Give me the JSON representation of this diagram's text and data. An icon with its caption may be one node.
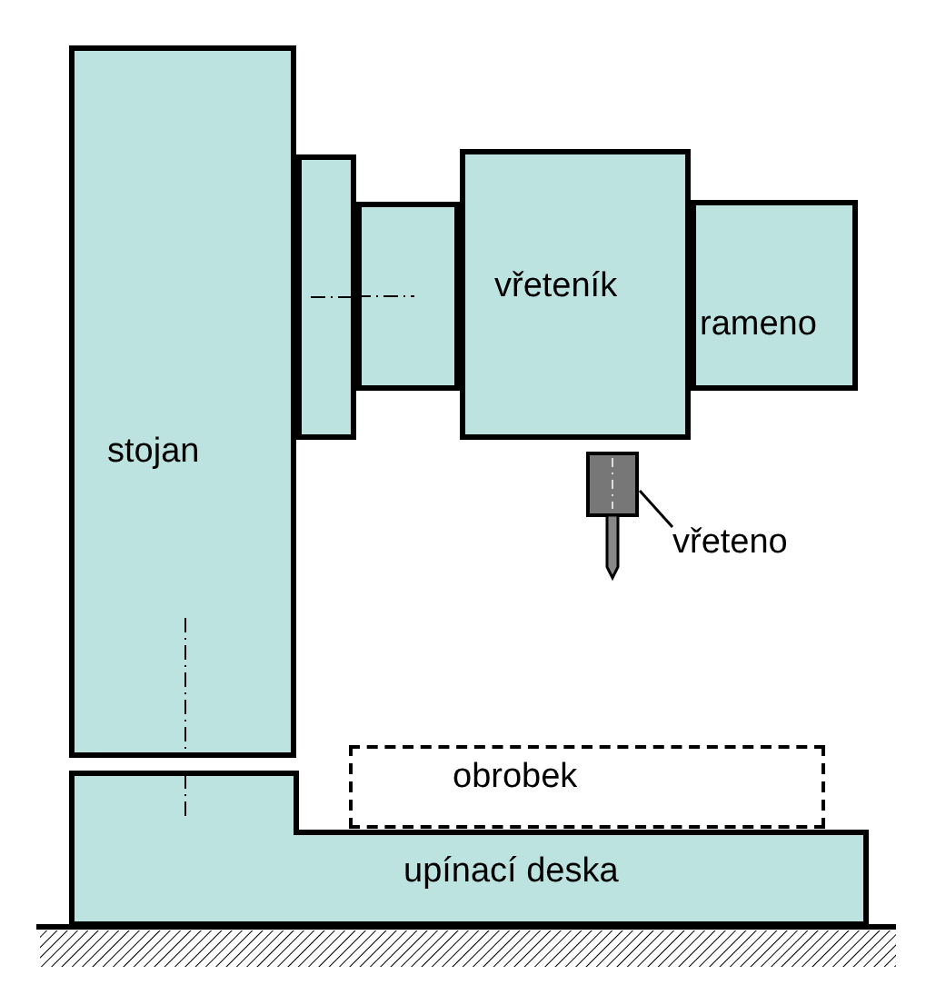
{
  "diagram": {
    "nodes": [
      {
        "text": [
          "stojan"
        ]
      },
      {
        "text": [],
        "shape": "box"
      },
      {
        "text": [],
        "shape": "box"
      },
      {
        "text": [
          "rameno"
        ]
      },
      {
        "text": [
          "vřeteník"
        ]
      },
      {
        "text": [],
        "shape": "box"
      },
      {
        "text": [
          "vřeteno"
        ]
      },
      {
        "text": [
          "obrobek"
        ]
      },
      {
        "text": [
          "upínací deska"
        ]
      }
    ],
    "edges": [
      {
        "from": 6,
        "to": 5,
        "arrow": "none"
      }
    ]
  }
}
